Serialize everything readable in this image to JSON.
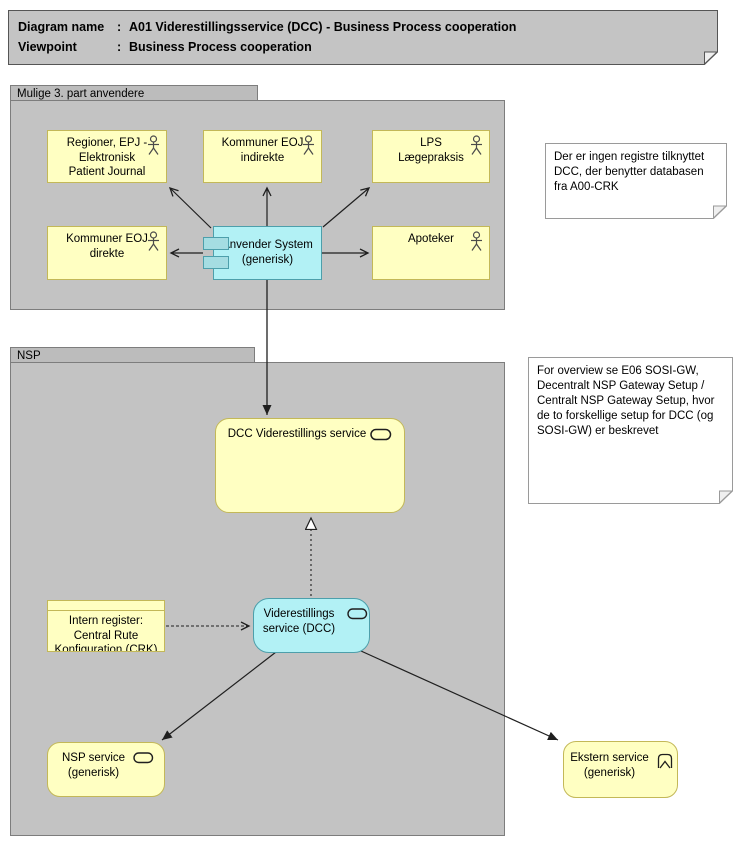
{
  "title": {
    "rows": [
      {
        "label": "Diagram name",
        "colon": ":",
        "value": "A01 Viderestillingsservice (DCC) - Business Process cooperation"
      },
      {
        "label": "Viewpoint",
        "colon": ":",
        "value": "Business Process cooperation"
      }
    ]
  },
  "groups": {
    "third_party": {
      "label": "Mulige 3. part anvendere"
    },
    "nsp": {
      "label": "NSP"
    }
  },
  "actors": {
    "regioner": {
      "label": "Regioner, EPJ - Elektronisk Patient Journal"
    },
    "kommuner_indirekte": {
      "label": "Kommuner EOJ indirekte"
    },
    "lps": {
      "label": "LPS Lægepraksis"
    },
    "kommuner_direkte": {
      "label": "Kommuner EOJ direkte"
    },
    "apoteker": {
      "label": "Apoteker"
    }
  },
  "components": {
    "anvender": {
      "label": "Anvender System (generisk)"
    }
  },
  "services": {
    "dcc_main": {
      "label": "DCC Viderestillings service"
    },
    "dcc": {
      "label": "Viderestillings service (DCC)"
    },
    "nsp": {
      "label": "NSP service (generisk)"
    },
    "ekstern": {
      "label": "Ekstern service (generisk)"
    }
  },
  "register": {
    "label": "Intern register: Central Rute Konfiguration (CRK)"
  },
  "notes": {
    "crk": {
      "text": "Der er ingen registre tilknyttet DCC, der benytter databasen fra A00-CRK"
    },
    "overview": {
      "text": "For overview se E06 SOSI-GW, Decentralt NSP Gateway Setup / Centralt NSP Gateway Setup, hvor de to forskellige setup for DCC (og SOSI-GW) er beskrevet"
    }
  },
  "icons": {
    "actor": "stick-figure",
    "service": "rounded-oval-outline",
    "component": "two-tab-rectangles",
    "external_service": "arch-chevron",
    "note": "folded-corner"
  },
  "colors": {
    "element_yellow": "#FFFFC2",
    "element_cyan": "#B2F1F5",
    "border_yellow": "#C3B858",
    "border_cyan": "#4D9FAB",
    "group_gray": "#C3C3C3",
    "title_gray": "#C4C4C4",
    "note_white": "#FFFFFF",
    "line": "#1F1F1F"
  }
}
